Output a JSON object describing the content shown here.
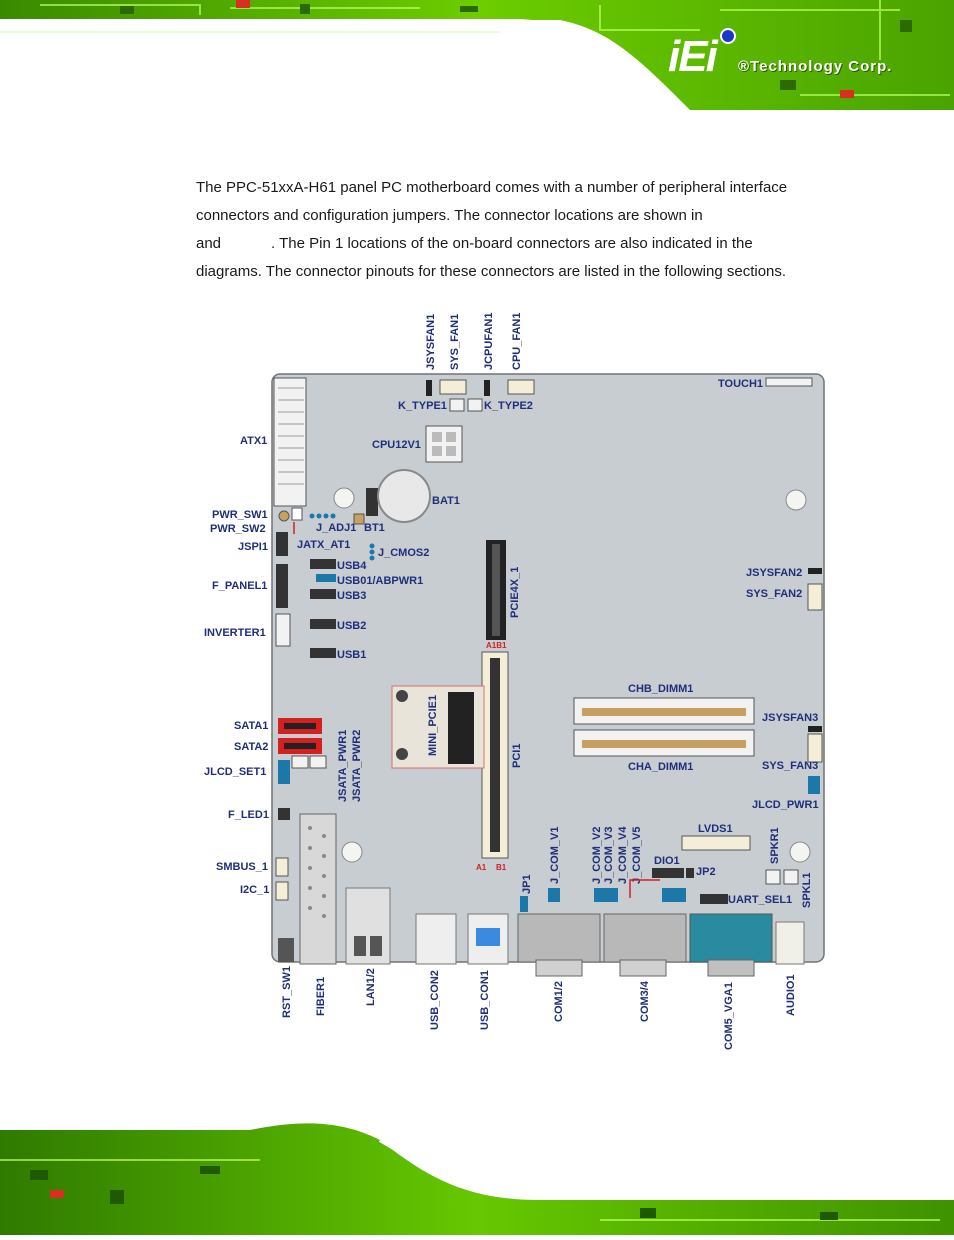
{
  "brand": {
    "logo_mark": "iEi",
    "logo_text": "®Technology Corp."
  },
  "intro": {
    "line1": "The PPC-51xxA-H61 panel PC motherboard comes with a number of peripheral interface",
    "line2": "connectors and configuration jumpers. The connector locations are shown in",
    "line3": "and            . The Pin 1 locations of the on-board connectors are also indicated in the",
    "line4": "diagrams. The connector pinouts for these connectors are listed in the following sections."
  },
  "labels": {
    "jsysfan1": "JSYSFAN1",
    "sys_fan1": "SYS_FAN1",
    "jcpufan1": "JCPUFAN1",
    "cpu_fan1": "CPU_FAN1",
    "touch1": "TOUCH1",
    "k_type1": "K_TYPE1",
    "k_type2": "K_TYPE2",
    "atx1": "ATX1",
    "cpu12v1": "CPU12V1",
    "bat1": "BAT1",
    "pwr_sw1": "PWR_SW1",
    "pwr_sw2": "PWR_SW2",
    "j_adj1": "J_ADJ1",
    "bt1": "BT1",
    "jspi1": "JSPI1",
    "jatx_at1": "JATX_AT1",
    "j_cmos2": "J_CMOS2",
    "usb4": "USB4",
    "usb01": "USB01/ABPWR1",
    "usb3": "USB3",
    "usb2": "USB2",
    "usb1": "USB1",
    "f_panel1": "F_PANEL1",
    "inverter1": "INVERTER1",
    "pcie4x_1": "PCIE4X_1",
    "jsysfan2": "JSYSFAN2",
    "sys_fan2": "SYS_FAN2",
    "chb_dimm1": "CHB_DIMM1",
    "cha_dimm1": "CHA_DIMM1",
    "jsysfan3": "JSYSFAN3",
    "sys_fan3": "SYS_FAN3",
    "jlcd_pwr1": "JLCD_PWR1",
    "mini_pcie1": "MINI_PCIE1",
    "sata1": "SATA1",
    "sata2": "SATA2",
    "jsata_pwr1": "JSATA_PWR1",
    "jsata_pwr2": "JSATA_PWR2",
    "jlcd_set1": "JLCD_SET1",
    "pci1": "PCI1",
    "f_led1": "F_LED1",
    "lvds1": "LVDS1",
    "j_com_v1": "J_COM_V1",
    "j_com_v2": "J_COM_V2",
    "j_com_v3": "J_COM_V3",
    "j_com_v4": "J_COM_V4",
    "j_com_v5": "J_COM_V5",
    "dio1": "DIO1",
    "jp2": "JP2",
    "spkr1": "SPKR1",
    "spkl1": "SPKL1",
    "uart_sel1": "UART_SEL1",
    "smbus_1": "SMBUS_1",
    "i2c_1": "I2C_1",
    "jp1": "JP1",
    "rst_sw1": "RST_SW1",
    "fiber1": "FIBER1",
    "lan12": "LAN1/2",
    "usb_con2": "USB_CON2",
    "usb_con1": "USB_CON1",
    "com12": "COM1/2",
    "com34": "COM3/4",
    "com5_vga1": "COM5_VGA1",
    "audio1": "AUDIO1",
    "a1": "A1",
    "b1": "B1",
    "a1b1_pcie": "A1B1"
  },
  "colors": {
    "pcb": "#c8cdd2",
    "label": "#1f2f7a",
    "pin1": "#d42020",
    "circuit_green": "#6cd400"
  }
}
